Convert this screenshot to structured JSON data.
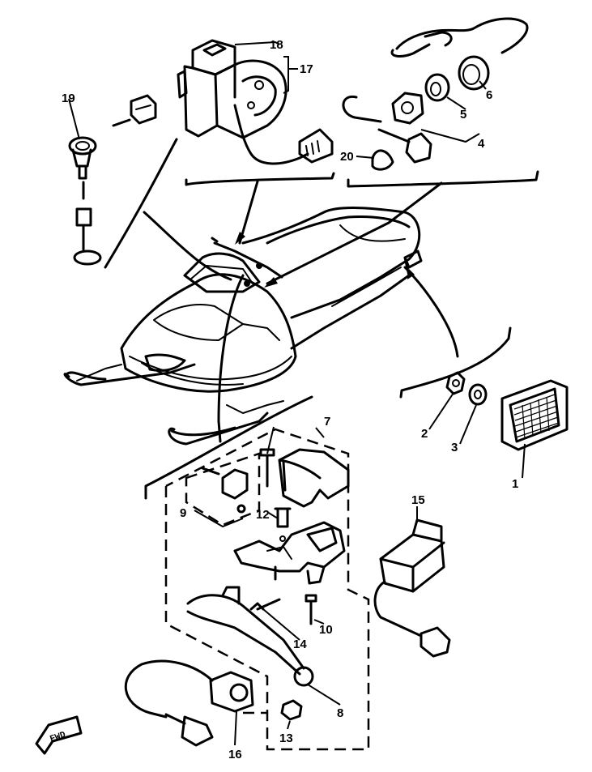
{
  "callouts": {
    "c1": "1",
    "c2": "2",
    "c3": "3",
    "c4": "4",
    "c5": "5",
    "c6": "6",
    "c7": "7",
    "c8": "8",
    "c9": "9",
    "c10": "10",
    "c12": "12",
    "c13": "13",
    "c14": "14",
    "c15": "15",
    "c16": "16",
    "c17": "17",
    "c18": "18",
    "c19": "19",
    "c20": "20"
  },
  "forward_marker": "FWD"
}
